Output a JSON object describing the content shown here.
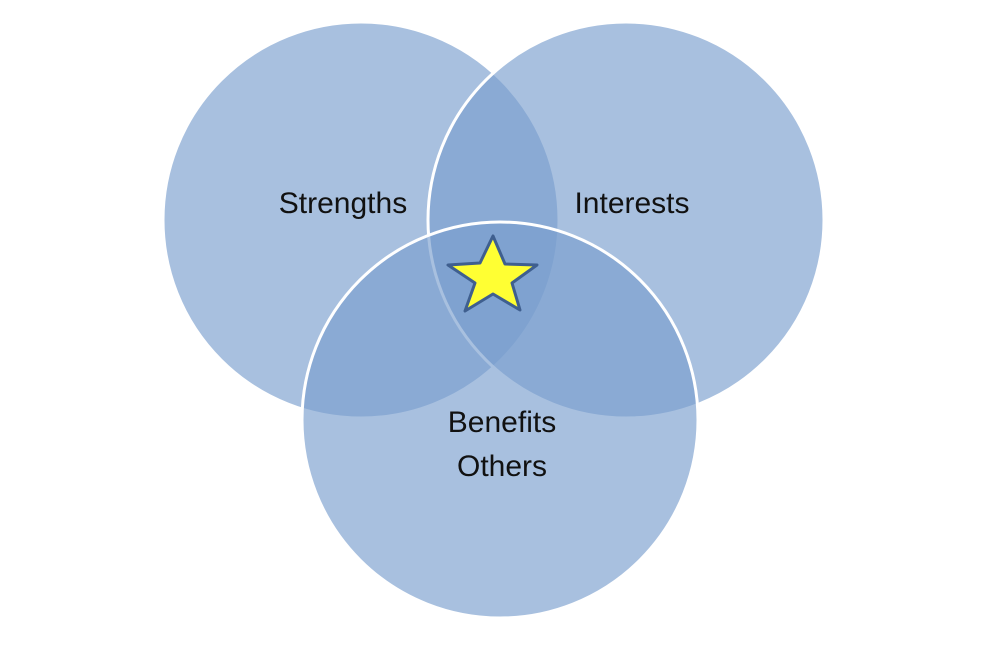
{
  "diagram": {
    "type": "venn",
    "sets": [
      {
        "id": "strengths",
        "label": "Strengths"
      },
      {
        "id": "interests",
        "label": "Interests"
      },
      {
        "id": "benefits",
        "label_lines": [
          "Benefits",
          "Others"
        ]
      }
    ],
    "center_marker": "star-icon"
  },
  "colors": {
    "circle_fill": "#7A9ECE",
    "circle_stroke": "#FFFFFF",
    "star_fill": "#FFFF33",
    "star_stroke": "#3F5F8F",
    "text": "#111111"
  }
}
